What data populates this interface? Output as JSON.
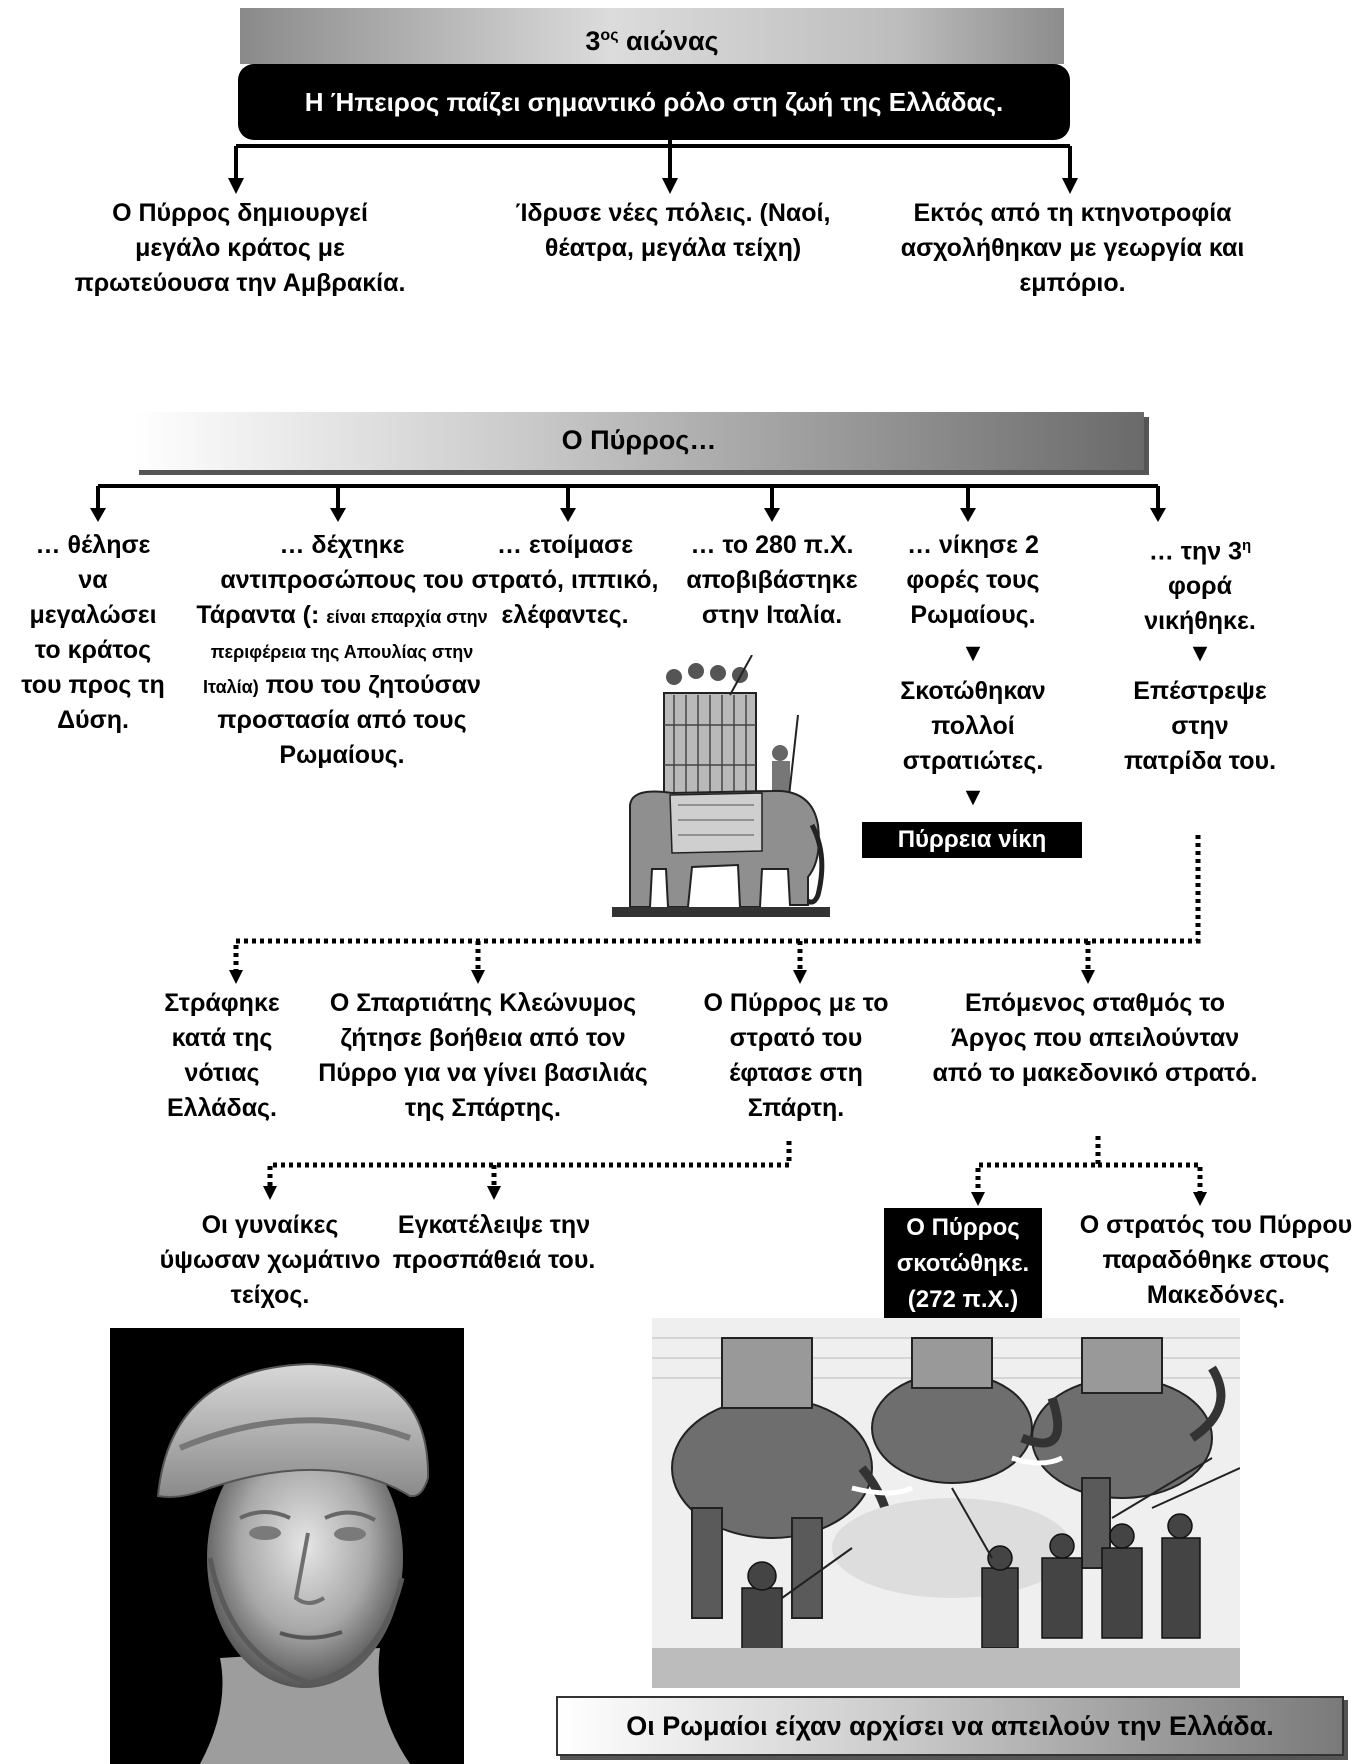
{
  "top": {
    "century_num": "3",
    "century_sup": "ος",
    "century_word": "αιώνας",
    "main_statement": "Η Ήπειρος παίζει σημαντικό ρόλο στη ζωή της Ελλάδας.",
    "branch_left": "Ο Πύρρος δημιουργεί μεγάλο κράτος με πρωτεύουσα την Αμβρακία.",
    "branch_mid": "Ίδρυσε νέες πόλεις. (Ναοί, θέατρα, μεγάλα τείχη)",
    "branch_right": "Εκτός από τη κτηνοτροφία ασχολήθηκαν με γεωργία και εμπόριο."
  },
  "pyrrhus": {
    "header": "Ο Πύρρος…",
    "col1": "… θέλησε να μεγαλώσει το κράτος του προς τη Δύση.",
    "col2_a": "… δέχτηκε αντιπροσώπους του Τάραντα (:",
    "col2_small": "είναι επαρχία στην περιφέρεια της Απουλίας στην Ιταλία)",
    "col2_b": "που του ζητούσαν προστασία από τους Ρωμαίους.",
    "col3": "… ετοίμασε στρατό, ιππικό, ελέφαντες.",
    "col4": "… το 280 π.Χ. αποβιβάστηκε στην Ιταλία.",
    "col5": "… νίκησε 2 φορές τους Ρωμαίους.",
    "col5_b": "Σκοτώθηκαν πολλοί στρατιώτες.",
    "col5_box": "Πύρρεια νίκη",
    "col6_a": "… την 3",
    "col6_sup": "η",
    "col6_b": "φορά νικήθηκε.",
    "col6_c": "Επέστρεψε στην πατρίδα του.",
    "arrow_glyph": "▼"
  },
  "greece": {
    "g1": "Στράφηκε κατά της νότιας Ελλάδας.",
    "g2": "Ο Σπαρτιάτης Κλεώνυμος ζήτησε βοήθεια από τον Πύρρο για να γίνει βασιλιάς της Σπάρτης.",
    "g3": "Ο Πύρρος με το στρατό του έφτασε στη Σπάρτη.",
    "g4": "Επόμενος σταθμός το Άργος που απειλούνταν από το μακεδονικό στρατό.",
    "s1": "Οι γυναίκες ύψωσαν χωμάτινο τείχος.",
    "s2": "Εγκατέλειψε την προσπάθειά του.",
    "a1": "Ο Πύρρος σκοτώθηκε. (272 π.Χ.)",
    "a2": "Ο στρατός του Πύρρου παραδόθηκε στους Μακεδόνες."
  },
  "footer": "Οι Ρωμαίοι είχαν αρχίσει να απειλούν την Ελλάδα."
}
